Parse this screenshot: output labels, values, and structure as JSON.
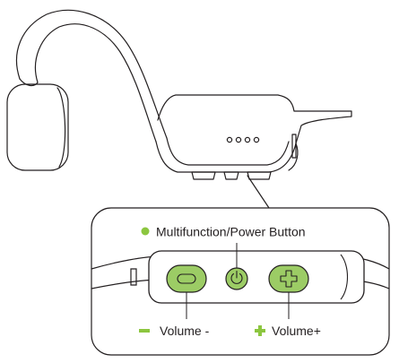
{
  "diagram": {
    "type": "product-illustration",
    "subject": "open-ear bone conduction headphones",
    "callout_labels": {
      "power": "Multifunction/Power Button",
      "volume_down": "Volume -",
      "volume_up": "Volume+"
    },
    "colors": {
      "line": "#231f20",
      "accent_green": "#8cc63f",
      "button_green": "#9ccc65",
      "background": "#ffffff"
    },
    "icons": {
      "power": "power-icon",
      "volume_down": "minus-icon",
      "volume_up": "plus-icon"
    }
  }
}
